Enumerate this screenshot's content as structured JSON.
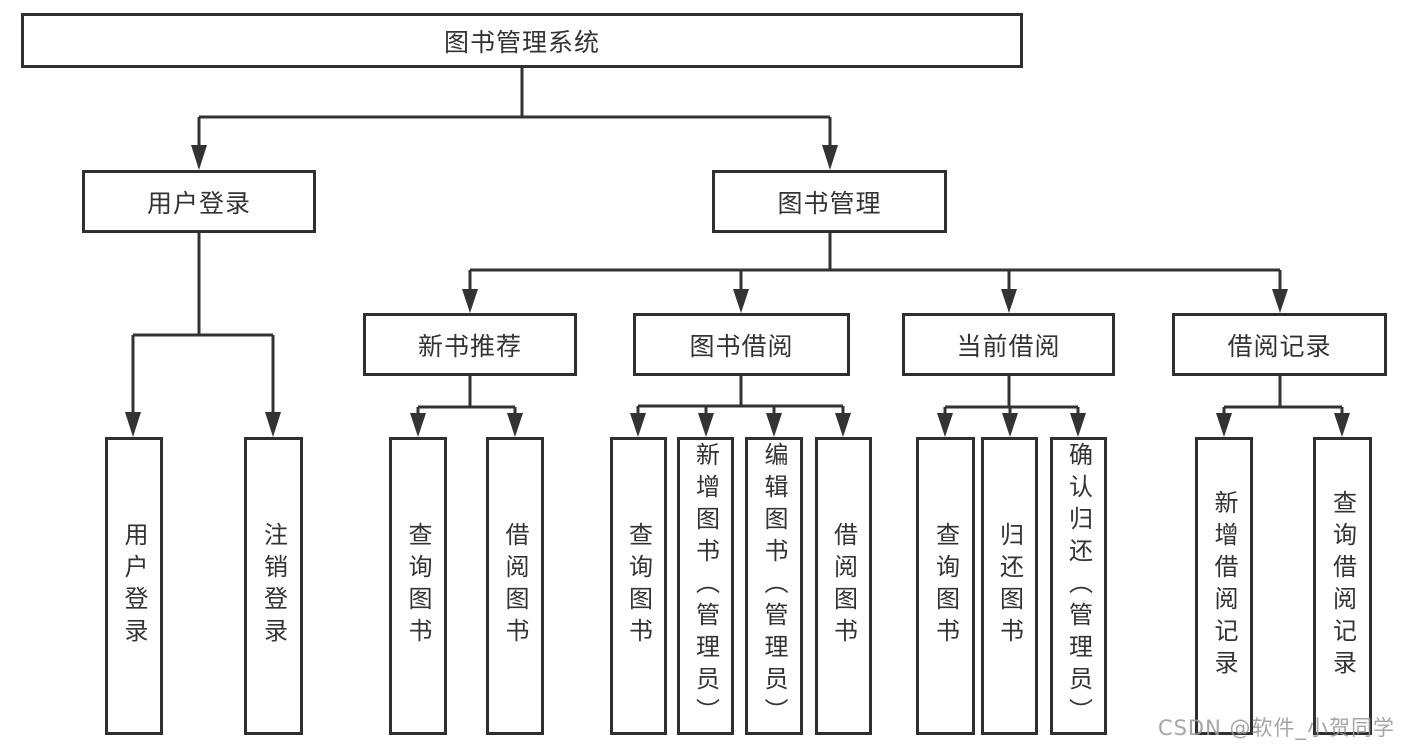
{
  "tree": {
    "root": {
      "label": "图书管理系统"
    },
    "branches": [
      {
        "label": "用户登录",
        "children": [
          {
            "label": "用户登录"
          },
          {
            "label": "注销登录"
          }
        ]
      },
      {
        "label": "图书管理",
        "children": [
          {
            "label": "新书推荐",
            "children": [
              {
                "label": "查询图书"
              },
              {
                "label": "借阅图书"
              }
            ]
          },
          {
            "label": "图书借阅",
            "children": [
              {
                "label": "查询图书"
              },
              {
                "label": "新增图书（管理员）"
              },
              {
                "label": "编辑图书（管理员）"
              },
              {
                "label": "借阅图书"
              }
            ]
          },
          {
            "label": "当前借阅",
            "children": [
              {
                "label": "查询图书"
              },
              {
                "label": "归还图书"
              },
              {
                "label": "确认归还（管理员）"
              }
            ]
          },
          {
            "label": "借阅记录",
            "children": [
              {
                "label": "新增借阅记录"
              },
              {
                "label": "查询借阅记录"
              }
            ]
          }
        ]
      }
    ]
  },
  "watermark": {
    "text": "CSDN @软件_小贺同学"
  },
  "colors": {
    "line": "#333333",
    "box_border": "#2f2f2f",
    "text": "#333333",
    "background": "#ffffff",
    "watermark": "#9b9b9b"
  }
}
